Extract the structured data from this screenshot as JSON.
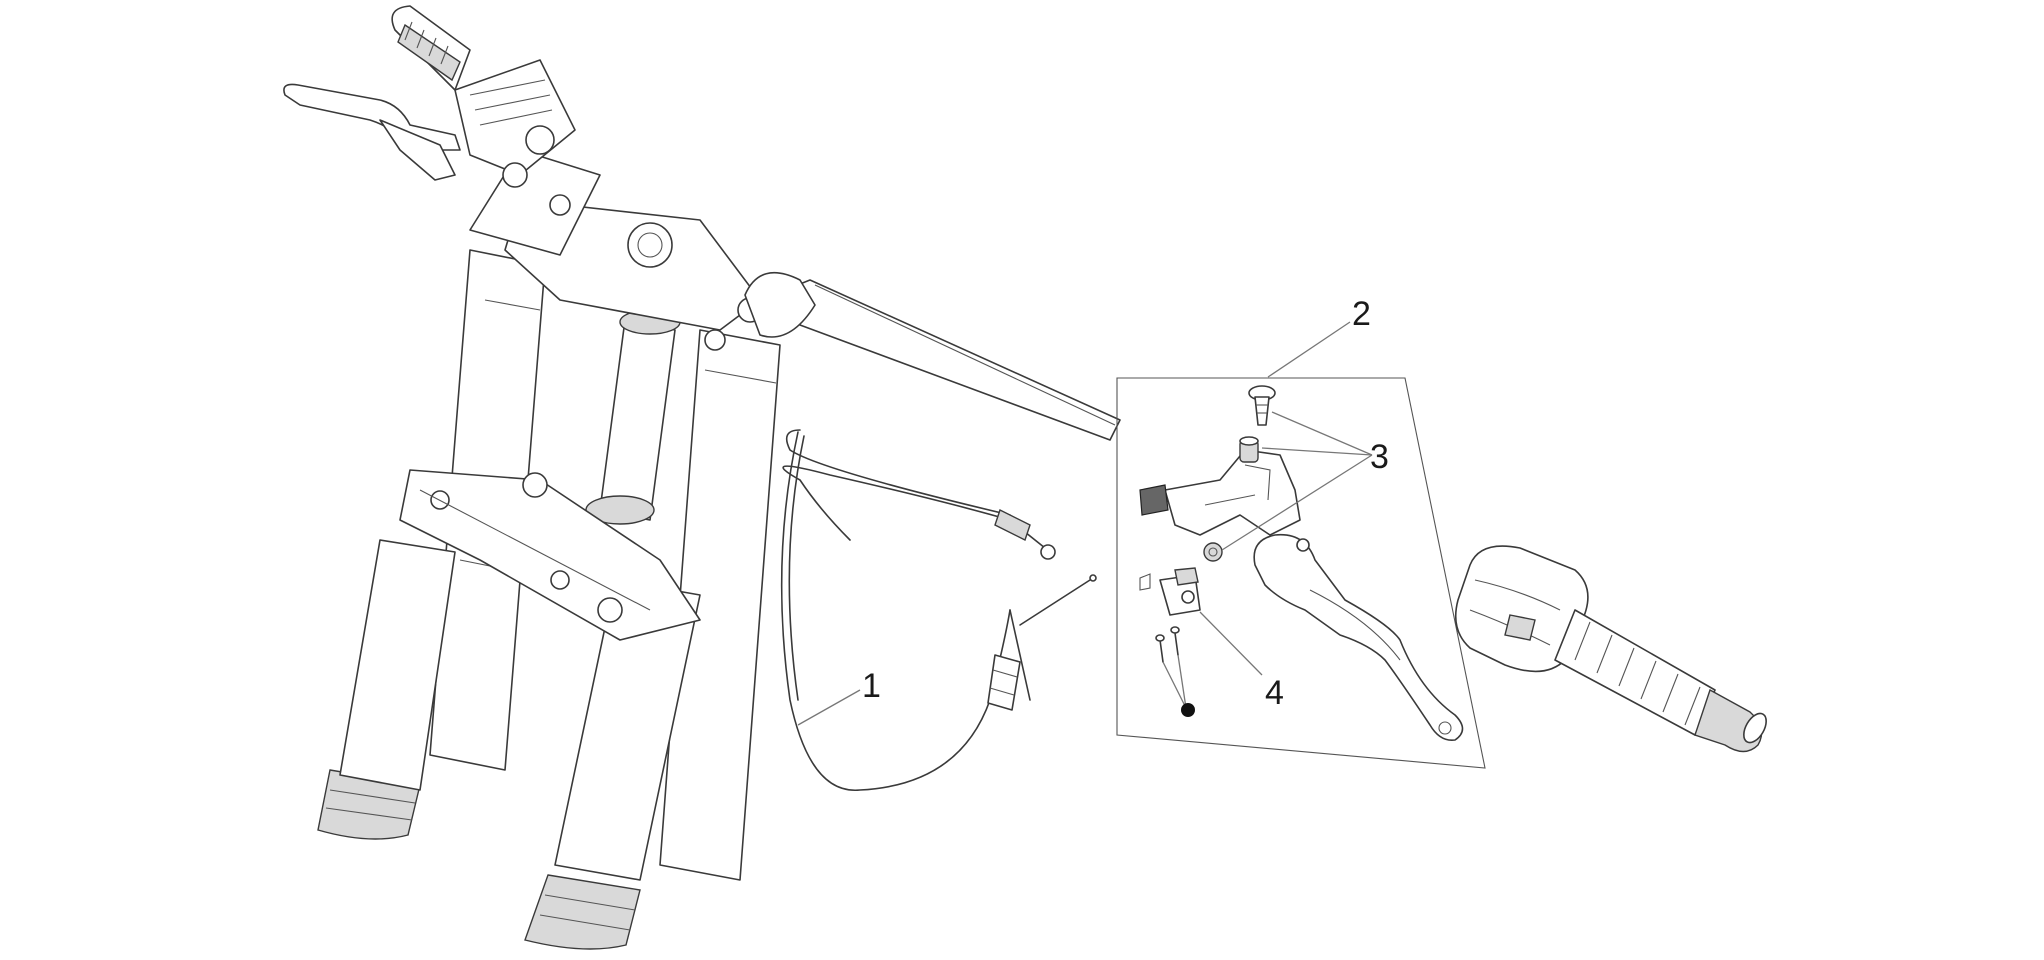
{
  "diagram": {
    "callouts": [
      {
        "id": "cable",
        "label": "1"
      },
      {
        "id": "screw",
        "label": "2"
      },
      {
        "id": "bushings",
        "label": "3"
      },
      {
        "id": "switch",
        "label": "4"
      }
    ]
  }
}
